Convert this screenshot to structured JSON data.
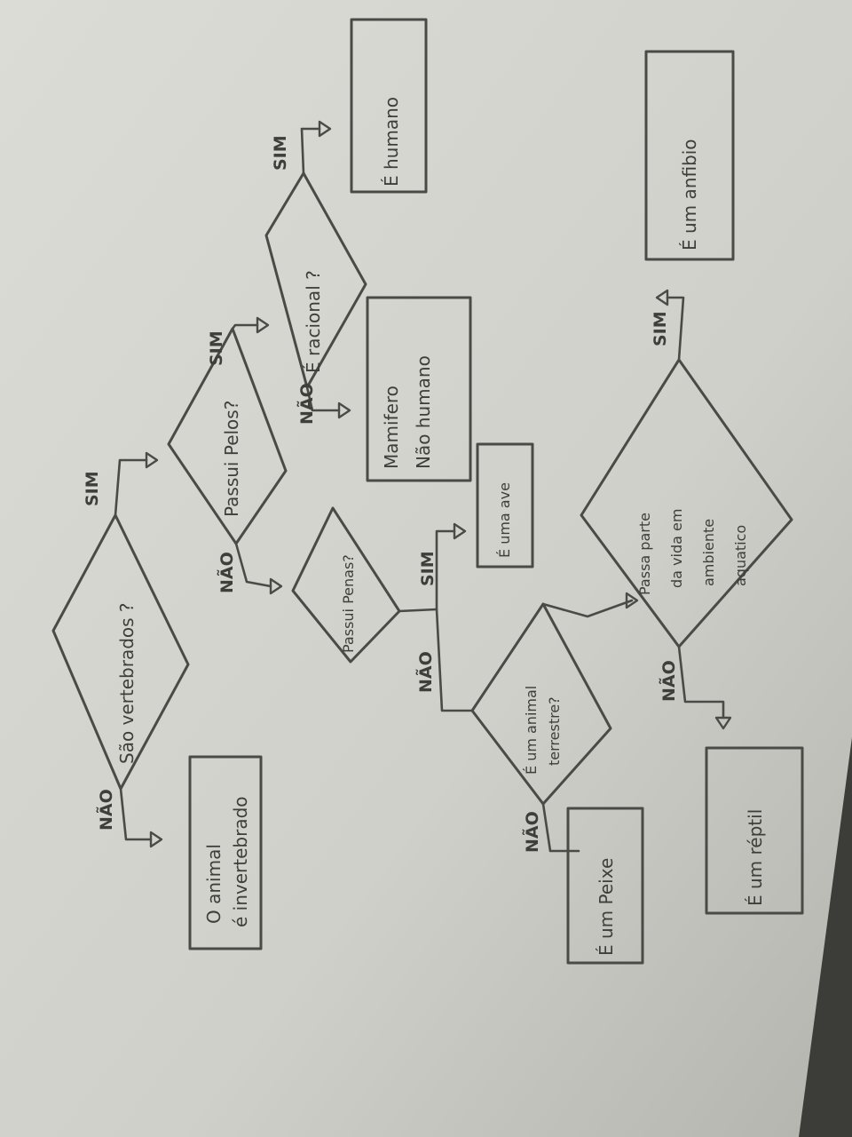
{
  "nodes": {
    "q_vertebrados": "São vertebrados ?",
    "r_invertebrado_1": "O animal",
    "r_invertebrado_2": "é invertebrado",
    "q_pelos": "Passui Pelos?",
    "q_racional": "É racional ?",
    "r_humano": "É humano",
    "r_mamifero_1": "Mamifero",
    "r_mamifero_2": "Não humano",
    "q_penas": "Passui Penas?",
    "r_ave": "É uma ave",
    "q_terrestre_1": "É um animal",
    "q_terrestre_2": "terrestre?",
    "r_peixe": "É um Peixe",
    "q_aquatico_1": "Passa parte",
    "q_aquatico_2": "da vida em",
    "q_aquatico_3": "ambiente",
    "q_aquatico_4": "aquatico",
    "r_anfibio": "É um anfibio",
    "r_reptil": "É um réptil"
  },
  "labels": {
    "sim": "SIM",
    "nao": "NÃO"
  },
  "colors": {
    "paper": "#d2d2cc",
    "ink": "#4a4a46",
    "background": "#3c3c38"
  }
}
